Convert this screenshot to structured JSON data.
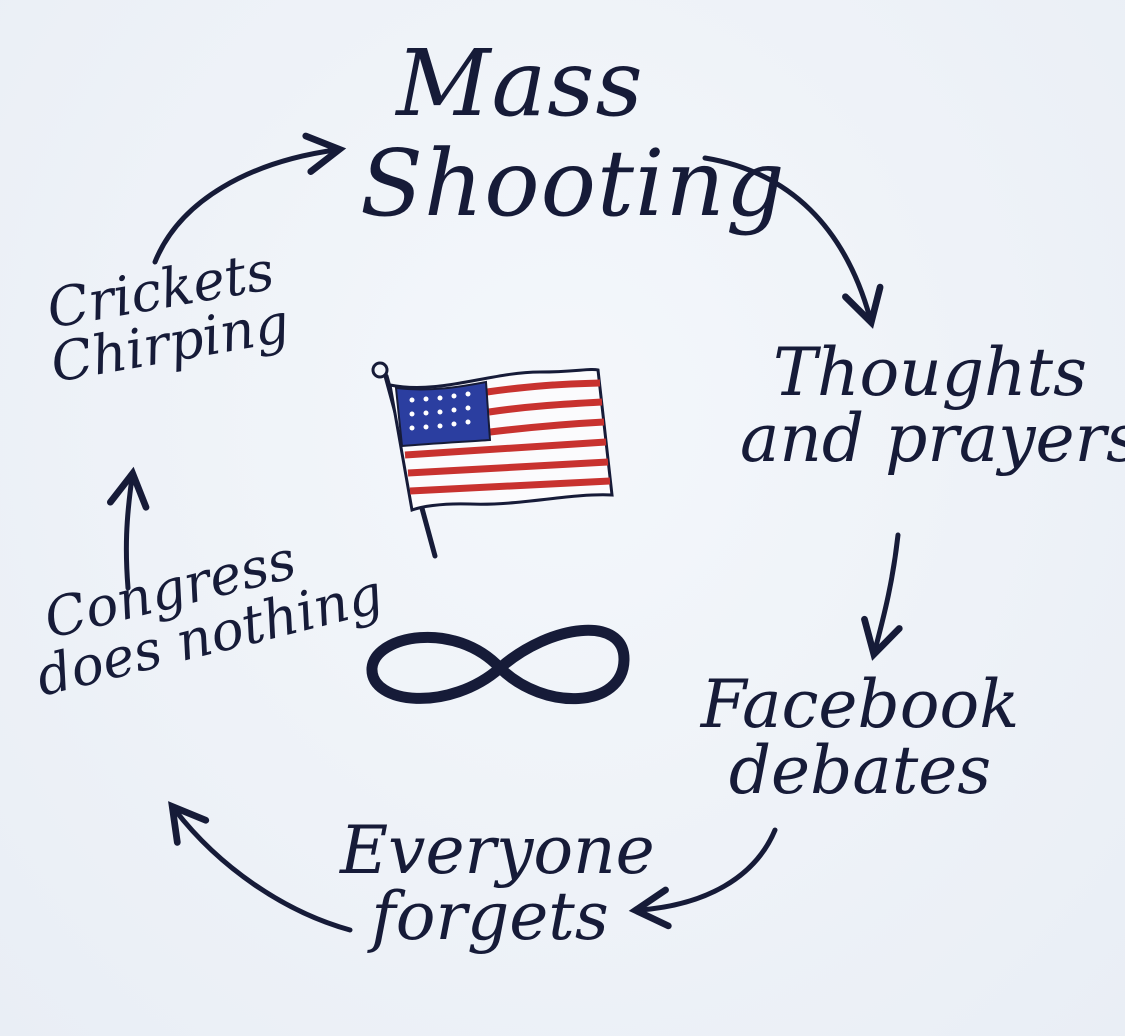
{
  "diagram": {
    "stages": {
      "mass_shooting": [
        "Mass",
        "Shooting"
      ],
      "thoughts_prayers": [
        "Thoughts",
        "and prayers"
      ],
      "facebook_debates": [
        "Facebook",
        "debates"
      ],
      "everyone_forgets": [
        "Everyone",
        "forgets"
      ],
      "congress_nothing": [
        "Congress",
        "does nothing"
      ],
      "crickets_chirping": [
        "Crickets",
        "Chirping"
      ]
    },
    "center_icons": [
      "flag-icon",
      "infinity-icon"
    ],
    "colors": {
      "ink": "#161b38",
      "flag_red": "#c8322f",
      "flag_blue": "#2b3ea0",
      "paper": "#eef2f7"
    }
  }
}
